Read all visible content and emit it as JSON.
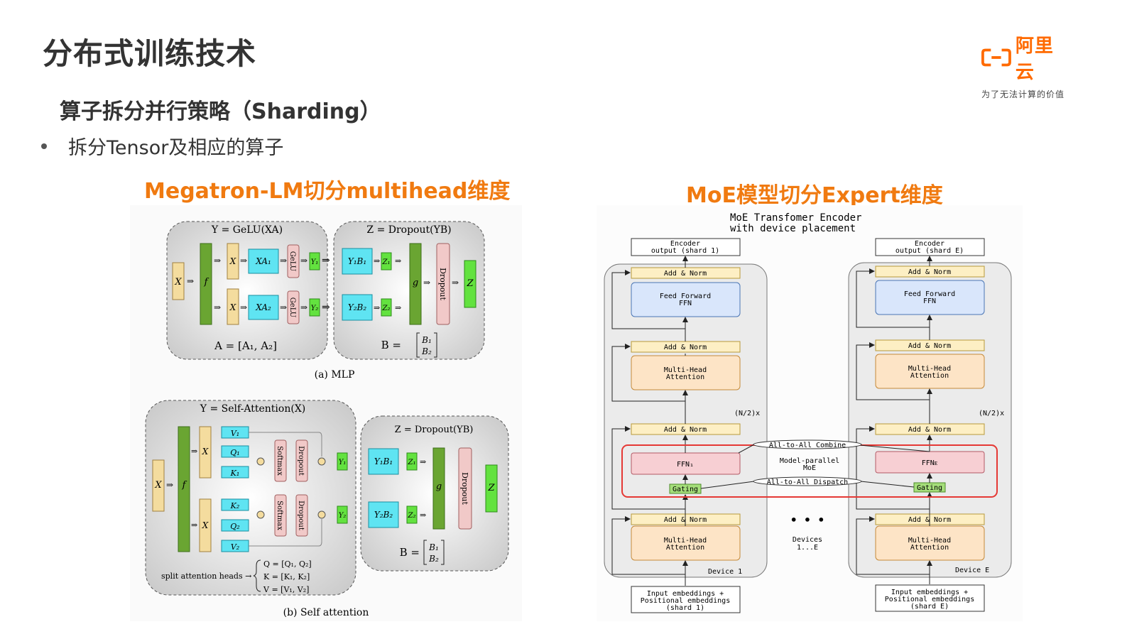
{
  "header": {
    "title": "分布式训练技术",
    "logo_text": "阿里云",
    "logo_slogan": "为了无法计算的价值"
  },
  "content": {
    "subheading": "算子拆分并行策略（Sharding）",
    "bullet": "拆分Tensor及相应的算子"
  },
  "left_section": {
    "title": "Megatron-LM切分multihead维度",
    "mlp": {
      "caption": "(a)  MLP",
      "y_formula": "Y = GeLU(XA)",
      "z_formula": "Z = Dropout(YB)",
      "a_formula": "A = [A₁, A₂]",
      "b_label": "B =",
      "b1": "B₁",
      "b2": "B₂",
      "x": "X",
      "f": "f",
      "g": "g",
      "xa1": "XA₁",
      "xa2": "XA₂",
      "gelu": "GeLU",
      "y1": "Y₁",
      "y2": "Y₂",
      "y1b1": "Y₁B₁",
      "y2b2": "Y₂B₂",
      "z1": "Z₁",
      "z2": "Z₂",
      "dropout": "Dropout",
      "z": "Z"
    },
    "attn": {
      "caption": "(b) Self attention",
      "y_formula": "Y = Self-Attention(X)",
      "z_formula": "Z = Dropout(YB)",
      "b_label": "B =",
      "b1": "B₁",
      "b2": "B₂",
      "split_label": "split attention heads →",
      "q_formula": "Q = [Q₁, Q₂]",
      "k_formula": "K = [K₁, K₂]",
      "v_formula": "V = [V₁, V₂]",
      "x": "X",
      "f": "f",
      "g": "g",
      "v1": "V₁",
      "q1": "Q₁",
      "k1": "K₁",
      "k2": "K₂",
      "q2": "Q₂",
      "v2": "V₂",
      "softmax": "Softmax",
      "dropout": "Dropout",
      "y1": "Y₁",
      "y2": "Y₂",
      "y1b1": "Y₁B₁",
      "y2b2": "Y₂B₂",
      "z1": "Z₁",
      "z2": "Z₂",
      "z": "Z"
    }
  },
  "right_section": {
    "title": "MoE模型切分Expert维度",
    "diagram_title_1": "MoE Transfomer Encoder",
    "diagram_title_2": "with device placement",
    "enc_out_1a": "Encoder",
    "enc_out_1b": "output (shard 1)",
    "enc_out_ea": "Encoder",
    "enc_out_eb": "output (shard E)",
    "add_norm": "Add & Norm",
    "ffn_a": "Feed Forward",
    "ffn_b": "FFN",
    "mha_a": "Multi-Head",
    "mha_b": "Attention",
    "n2x": "(N/2)x",
    "ffn1": "FFN₁",
    "ffne": "FFNᴇ",
    "gating": "Gating",
    "all_to_all_combine": "All-to-All Combine",
    "all_to_all_dispatch": "All-to-All Dispatch",
    "moe_a": "Model-parallel",
    "moe_b": "MoE",
    "dots": "• • •",
    "devices_a": "Devices",
    "devices_b": "1...E",
    "device_1": "Device 1",
    "device_e": "Device E",
    "input_1a": "Input embeddings +",
    "input_1b": "Positional embeddings",
    "input_1c": "(shard 1)",
    "input_ea": "Input embeddings +",
    "input_eb": "Positional embeddings",
    "input_ec": "(shard E)"
  },
  "colors": {
    "brand_orange": "#ff6a00",
    "section_orange": "#f07a10",
    "cyan": "#5fe4f2",
    "green": "#63e23f",
    "dark_green": "#6aa532",
    "tan": "#f4dc9e",
    "pink": "#f1c9c8",
    "moe_red": "#e53935"
  }
}
